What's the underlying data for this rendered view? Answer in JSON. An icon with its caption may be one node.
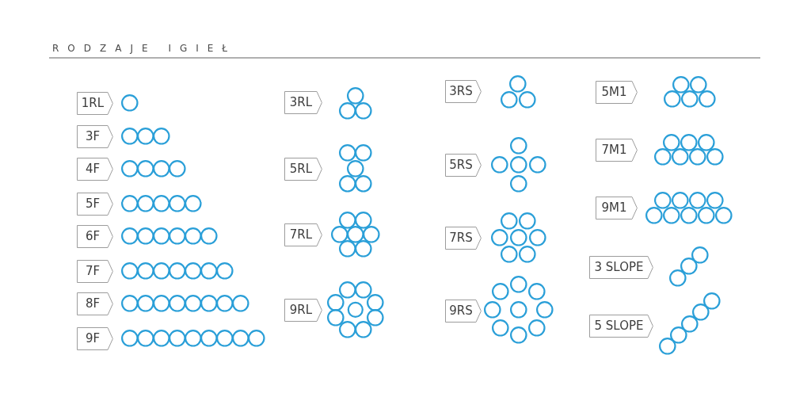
{
  "diagram": {
    "title": "RODZAJE IGIEŁ",
    "nodes": [
      {
        "text": [
          "1RL"
        ]
      },
      {
        "text": [
          "3F"
        ]
      },
      {
        "text": [
          "4F"
        ]
      },
      {
        "text": [
          "5F"
        ]
      },
      {
        "text": [
          "6F"
        ]
      },
      {
        "text": [
          "7F"
        ]
      },
      {
        "text": [
          "8F"
        ]
      },
      {
        "text": [
          "9F"
        ]
      },
      {
        "text": [
          "3RL"
        ]
      },
      {
        "text": [
          "5RL"
        ]
      },
      {
        "text": [
          "7RL"
        ]
      },
      {
        "text": [
          "9RL"
        ]
      },
      {
        "text": [
          "3RS"
        ]
      },
      {
        "text": [
          "5RS"
        ]
      },
      {
        "text": [
          "7RS"
        ]
      },
      {
        "text": [
          "9RS"
        ]
      },
      {
        "text": [
          "5M1"
        ]
      },
      {
        "text": [
          "7M1"
        ]
      },
      {
        "text": [
          "9M1"
        ]
      },
      {
        "text": [
          "3 SLOPE"
        ]
      },
      {
        "text": [
          "5 SLOPE"
        ]
      }
    ],
    "edges": []
  }
}
